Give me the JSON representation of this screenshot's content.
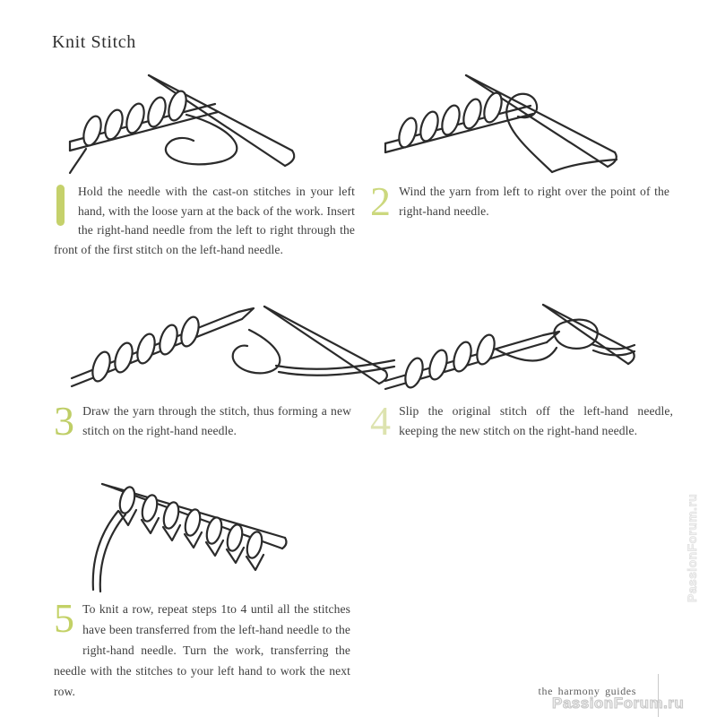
{
  "page": {
    "title": "Knit Stitch",
    "footer": "the harmony guides",
    "watermark": "PassionForum.ru"
  },
  "colors": {
    "accent_green": "#c5d16b",
    "accent_green_pale": "#dde3af",
    "body_text": "#3e3e3e",
    "footer_text": "#5f5f5f",
    "watermark_gray": "#c6c6c6"
  },
  "steps": [
    {
      "num": "1",
      "illustration": "needles-insert-into-first-stitch",
      "text": "Hold the needle with the cast-on stitches in your left hand, with the loose yarn at the back of the work. Insert the right-hand needle from the left to right through the front of the first stitch on the left-hand needle."
    },
    {
      "num": "2",
      "illustration": "yarn-wound-over-needle-point",
      "text": "Wind the yarn from left to right over the point of the right-hand needle."
    },
    {
      "num": "3",
      "illustration": "yarn-drawn-through-stitch",
      "text": "Draw the yarn through the stitch, thus forming a new stitch on the right-hand needle."
    },
    {
      "num": "4",
      "illustration": "stitch-slipped-off-left-needle",
      "text": "Slip the original stitch off the left-hand needle, keeping the new stitch on the right-hand needle."
    },
    {
      "num": "5",
      "illustration": "completed-row-of-knit-stitches",
      "text": "To knit a row, repeat steps 1to 4 until all the stitches have been transferred from the left-hand needle to the right-hand needle. Turn the work, transferring the needle with the stitches to your left hand to work the next row."
    }
  ]
}
